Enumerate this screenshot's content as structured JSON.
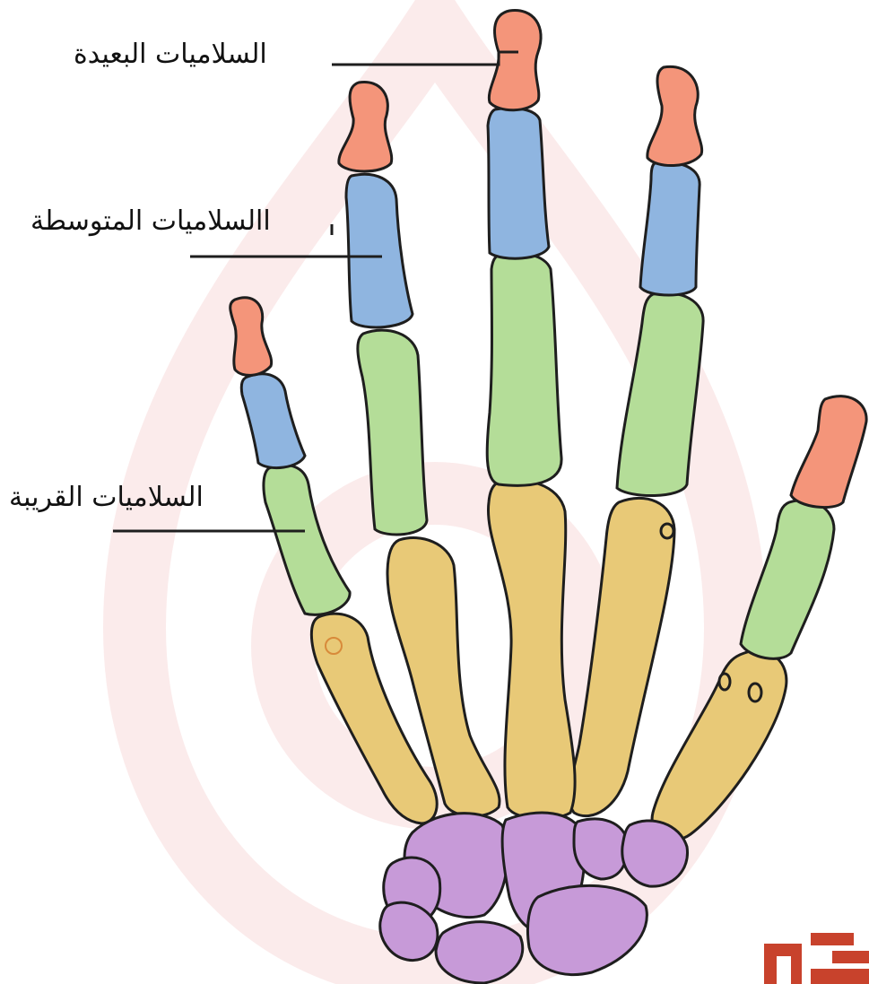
{
  "labels": {
    "distal": "السلاميات البعيدة",
    "middle": "االسلاميات المتوسطة",
    "proximal": "السلاميات القريبة"
  },
  "colors": {
    "distal_phalanges": "#f4957a",
    "middle_phalanges": "#8fb5e0",
    "proximal_phalanges": "#b4dd98",
    "metacarpals": "#e8c977",
    "carpals": "#c79ad8",
    "watermark": "#fbe9e9",
    "logo": "#c8422c",
    "outline": "#1e1e1e"
  },
  "icons": {
    "logo": "brand-logo-icon"
  }
}
